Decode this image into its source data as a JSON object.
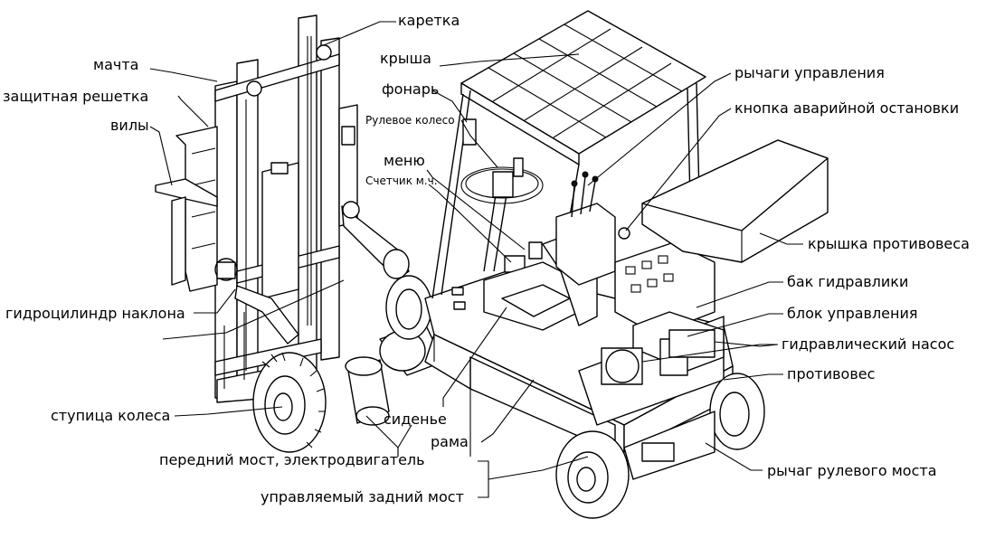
{
  "labels": {
    "karetka": "каретка",
    "machta": "мачта",
    "krysha": "крыша",
    "zashchitnaya_reshetka": "защитная решетка",
    "fonar": "фонарь",
    "vily": "вилы",
    "rulevoe_koleso": "Рулевое колесо",
    "rychagi_upravleniya": "рычаги управления",
    "knopka_avariynoy": "кнопка аварийной остановки",
    "menu": "меню",
    "schetchik": "Счетчик м.ч.",
    "kryshka_protivovesa": "крышка противовеса",
    "gidrocilindr": "гидроцилиндр наклона",
    "bak_gidravliki": "бак гидравлики",
    "blok_upravleniya": "блок управления",
    "gidravlicheskiy_nasos": "гидравлический насос",
    "protivoves": "противовес",
    "stupica_kolesa": "ступица колеса",
    "sidene": "сиденье",
    "rama": "рама",
    "peredniy_most": "передний мост, электродвигатель",
    "rychag_rulevogo": "рычаг рулевого моста",
    "upravlyaemy_zadniy": "управляемый задний мост"
  }
}
